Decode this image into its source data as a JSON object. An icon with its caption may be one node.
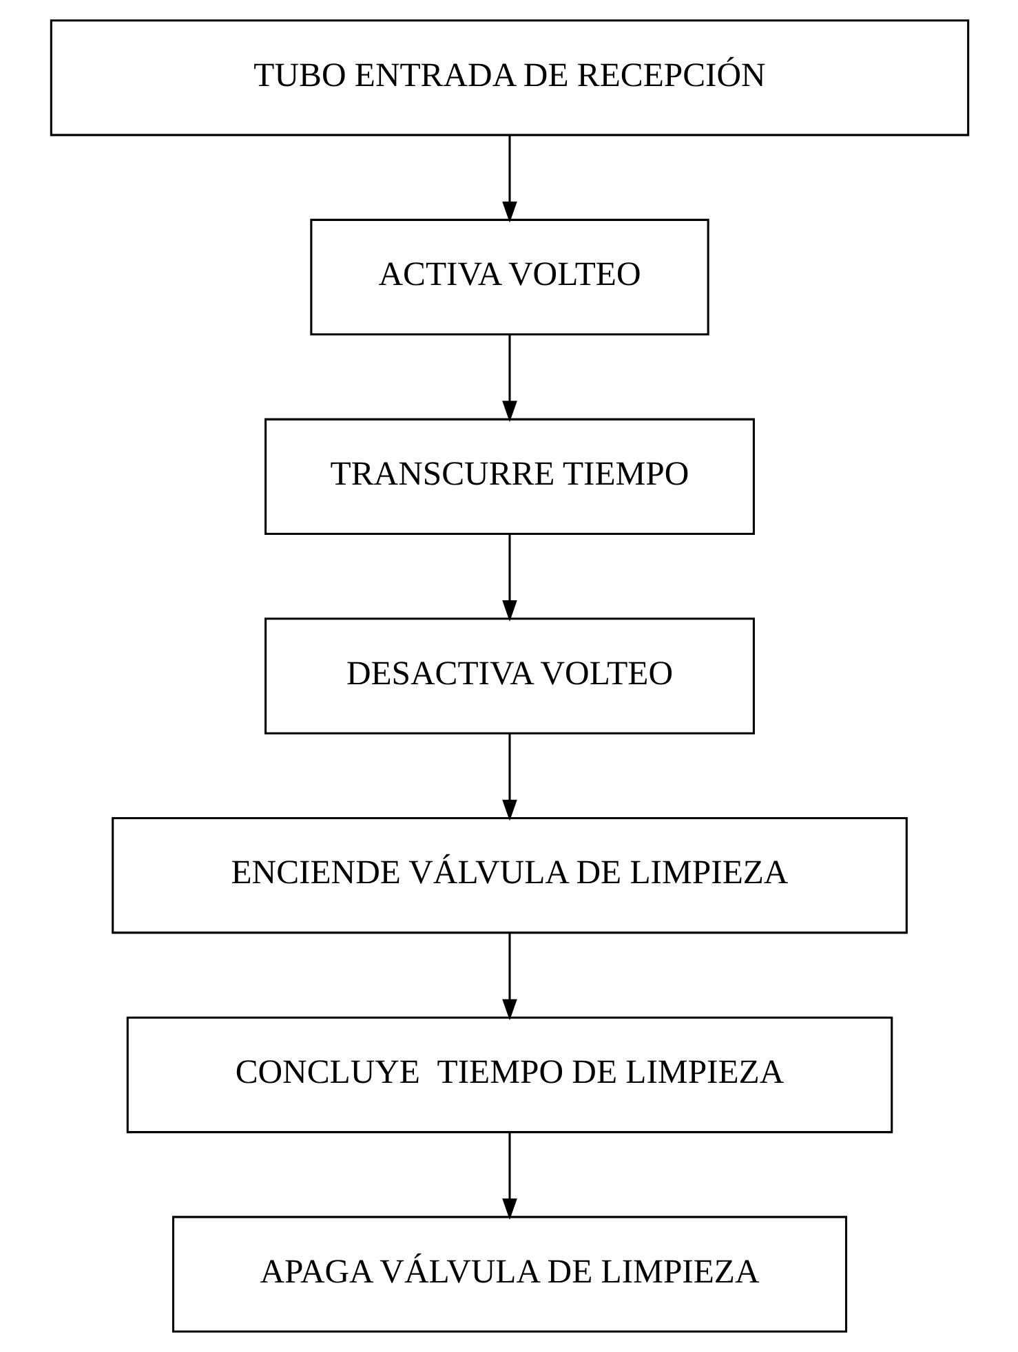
{
  "diagram": {
    "nodes": [
      {
        "text": [
          "TUBO ENTRADA DE RECEPCIÓN"
        ]
      },
      {
        "text": [
          "ACTIVA VOLTEO"
        ]
      },
      {
        "text": [
          "TRANSCURRE TIEMPO"
        ]
      },
      {
        "text": [
          "DESACTIVA VOLTEO"
        ]
      },
      {
        "text": [
          "ENCIENDE VÁLVULA DE LIMPIEZA"
        ]
      },
      {
        "text": [
          "CONCLUYE  TIEMPO DE LIMPIEZA"
        ]
      },
      {
        "text": [
          "APAGA VÁLVULA DE LIMPIEZA"
        ]
      }
    ],
    "edges": [
      {
        "from": 0,
        "to": 1,
        "arrow": "to"
      },
      {
        "from": 1,
        "to": 2,
        "arrow": "to"
      },
      {
        "from": 2,
        "to": 3,
        "arrow": "to"
      },
      {
        "from": 3,
        "to": 4,
        "arrow": "to"
      },
      {
        "from": 4,
        "to": 5,
        "arrow": "to"
      },
      {
        "from": 5,
        "to": 6,
        "arrow": "to"
      }
    ]
  }
}
